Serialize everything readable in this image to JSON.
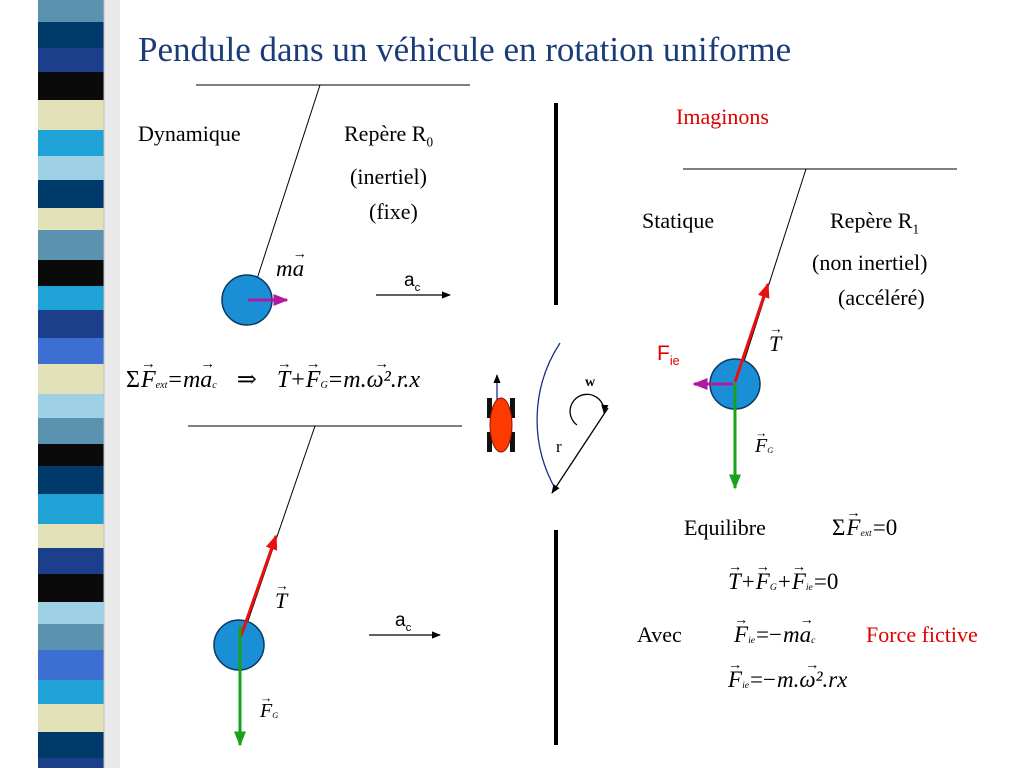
{
  "title": "Pendule dans un véhicule en rotation uniforme",
  "left_top": {
    "dynamique": "Dynamique",
    "repere": "Repère R",
    "repere_index": "0",
    "inertiel": "(inertiel)",
    "fixe": "(fixe)",
    "ma_m": "m",
    "ma_a": "a",
    "ac": "a",
    "ac_sub": "c"
  },
  "equation_left": {
    "sigma": "Σ",
    "F": "F",
    "ext": "ext",
    "eq": "=",
    "m": "m",
    "a": "a",
    "c": "c",
    "implies": "⇒",
    "T": "T",
    "plus": "+",
    "G": "G",
    "rhs": "m.ω².r.x"
  },
  "left_bottom": {
    "T": "T",
    "F": "F",
    "G": "G",
    "ac": "a",
    "ac_sub": "c"
  },
  "center": {
    "w": "w",
    "r": "r"
  },
  "right": {
    "imaginons": "Imaginons",
    "statique": "Statique",
    "repere": "Repère R",
    "repere_index": "1",
    "non_inertiel": "(non inertiel)",
    "accelere": "(accéléré)",
    "fie": "F",
    "fie_sub": "ie",
    "T": "T",
    "F": "F",
    "G": "G",
    "equilibre": "Equilibre",
    "avec": "Avec",
    "force_fictive": "Force fictive"
  },
  "equations_right": {
    "sigma": "Σ",
    "F": "F",
    "ext": "ext",
    "zero": "=0",
    "T": "T",
    "plus": "+",
    "G": "G",
    "ie": "ie",
    "eq_minus": "=−",
    "m": "m",
    "a": "a",
    "c": "c",
    "rhs2": "m.ω².rx"
  },
  "colors": {
    "title": "#1a3d7a",
    "accent_red": "#e00000",
    "tension": "#e81010",
    "gravity": "#1aa01a",
    "inertial": "#b01aa0",
    "bob": "#1a8fd6",
    "arc": "#1a2f8a",
    "stripes": [
      "#5b92b0",
      "#003a6a",
      "#e3e1b8",
      "#0a0a0a",
      "#1fa3d6",
      "#9fd1e6",
      "#1b3f8a",
      "#3c6fd1"
    ]
  }
}
